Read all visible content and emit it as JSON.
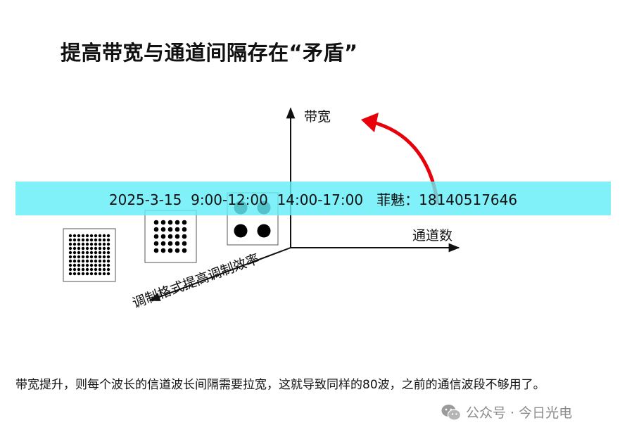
{
  "title": "提高带宽与通道间隔存在“矛盾”",
  "diagram": {
    "y_axis_label": "带宽",
    "x_axis_label": "通道数",
    "diagonal_label": "调制格式提高调制效率",
    "arrow_color": "#e8000b",
    "constellation_grids": [
      10,
      5,
      2
    ]
  },
  "banner": {
    "text": "2025-3-15  9:00-12:00  14:00-17:00   菲魅：18140517646",
    "color": "#64eef6"
  },
  "caption": "带宽提升，则每个波长的信道波长间隔需要拉宽，这就导致同样的80波，之前的通信波段不够用了。",
  "watermark": {
    "icon": "wechat-icon",
    "text": "公众号 · 今日光电"
  }
}
